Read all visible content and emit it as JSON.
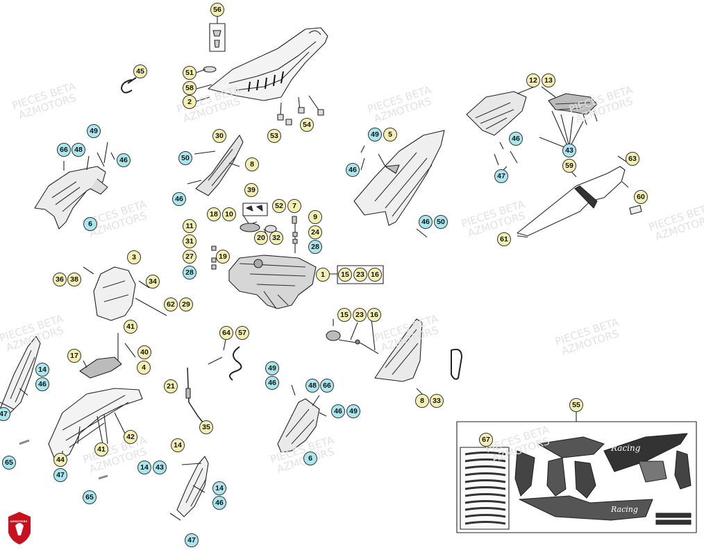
{
  "watermark": {
    "line1": "PIECES BETA",
    "line2": "AZMOTORS"
  },
  "logo": {
    "text": "AZMOTORS",
    "color": "#c8111e"
  },
  "colors": {
    "callout_yellow": "#f3efb0",
    "callout_blue": "#a9e6ee",
    "line": "#222222"
  },
  "callouts": {
    "c56": "56",
    "c45": "45",
    "c51": "51",
    "c58": "58",
    "c2": "2",
    "c53": "53",
    "c54": "54",
    "c12": "12",
    "c13": "13",
    "c46a": "46",
    "c43a": "43",
    "c59": "59",
    "c47a": "47",
    "c63": "63",
    "c60": "60",
    "c61": "61",
    "c49a": "49",
    "c66a": "66",
    "c48a": "48",
    "c46b": "46",
    "c6a": "6",
    "c30": "30",
    "c50a": "50",
    "c8a": "8",
    "c46c": "46",
    "c49b": "49",
    "c5": "5",
    "c46d": "46",
    "c46e": "46",
    "c50b": "50",
    "c39": "39",
    "c52": "52",
    "c7": "7",
    "c18": "18",
    "c10": "10",
    "c9": "9",
    "c24": "24",
    "c11": "11",
    "c20": "20",
    "c32": "32",
    "c28a": "28",
    "c31": "31",
    "c27": "27",
    "c19": "19",
    "c28b": "28",
    "c1": "1",
    "c15a": "15",
    "c23a": "23",
    "c16a": "16",
    "c3": "3",
    "c36": "36",
    "c38": "38",
    "c34": "34",
    "c62": "62",
    "c29": "29",
    "c15b": "15",
    "c23b": "23",
    "c16b": "16",
    "c41a": "41",
    "c40": "40",
    "c17": "17",
    "c4": "4",
    "c64": "64",
    "c57": "57",
    "c14a": "14",
    "c46f": "46",
    "c47b": "47",
    "c21": "21",
    "c35": "35",
    "c42": "42",
    "c41b": "41",
    "c44": "44",
    "c47c": "47",
    "c65a": "65",
    "c65b": "65",
    "c49c": "49",
    "c46g": "46",
    "c48b": "48",
    "c66b": "66",
    "c46h": "46",
    "c49d": "49",
    "c6b": "6",
    "c8b": "8",
    "c33": "33",
    "c14b": "14",
    "c14c": "14",
    "c43b": "43",
    "c14d": "14",
    "c46i": "46",
    "c47d": "47",
    "c55": "55",
    "c67": "67"
  },
  "decals": {
    "word1": "Racing",
    "word2": "Racing"
  }
}
